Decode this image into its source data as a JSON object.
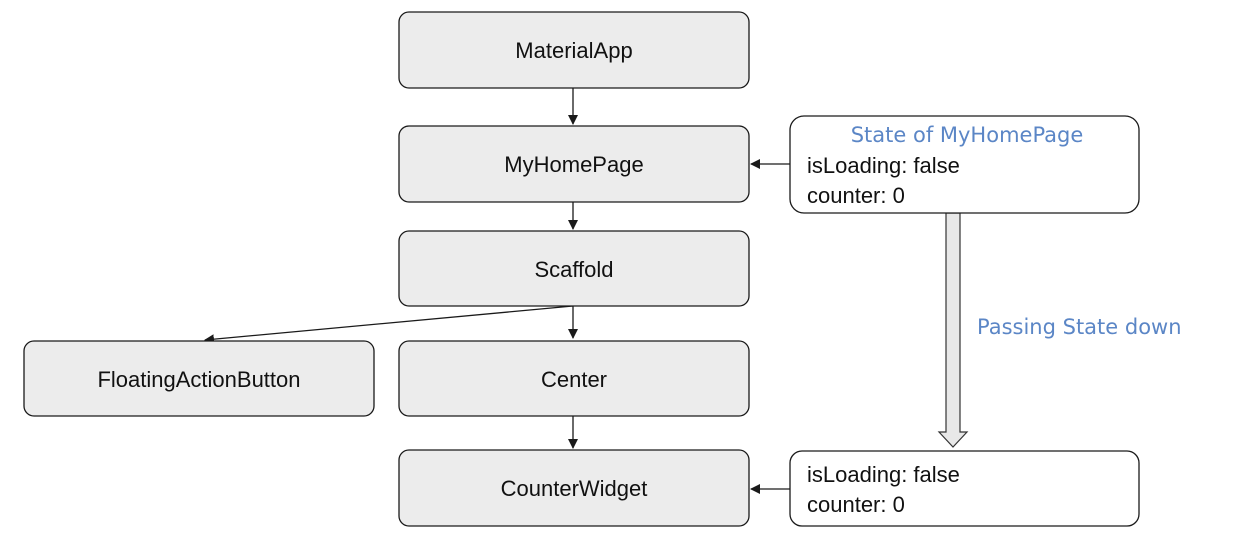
{
  "colors": {
    "node_fill": "#ececec",
    "state_fill": "#ffffff",
    "accent_text": "#5b86c6",
    "stroke": "#1a1a1a"
  },
  "nodes": {
    "material_app": "MaterialApp",
    "my_home_page": "MyHomePage",
    "scaffold": "Scaffold",
    "floating_action_button": "FloatingActionButton",
    "center": "Center",
    "counter_widget": "CounterWidget"
  },
  "state_box": {
    "title": "State of MyHomePage",
    "line1": "isLoading: false",
    "line2": "counter: 0"
  },
  "passed_state_box": {
    "line1": "isLoading: false",
    "line2": "counter: 0"
  },
  "passing_label": "Passing State down"
}
